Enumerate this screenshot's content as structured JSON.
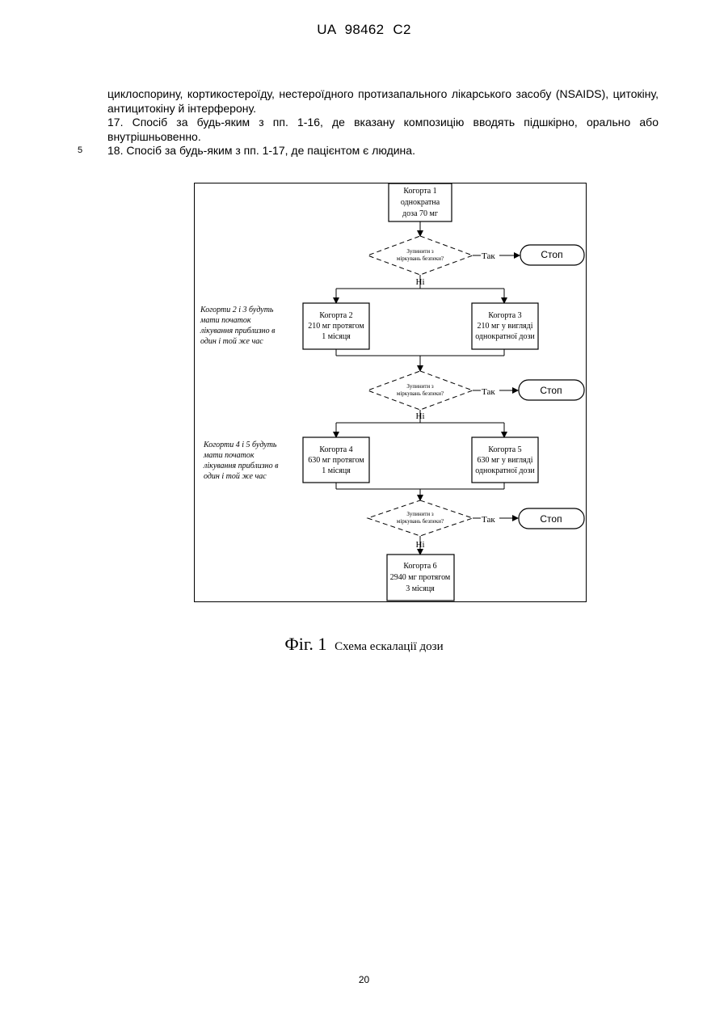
{
  "header": {
    "patent": "UA   98462   C2"
  },
  "claims": {
    "continuation": "циклоспорину, кортикостероїду, нестероїдного протизапального лікарського засобу (NSAIDS), цитокіну, антицитокіну й інтерферону.",
    "claim17": "17. Спосіб за будь-яким з пп. 1-16, де вказану композицію вводять підшкірно, орально або внутрішньовенно.",
    "claim18": "18. Спосіб за будь-яким з пп. 1-17, де пацієнтом є людина.",
    "line_number": "5"
  },
  "flowchart": {
    "cohort1": [
      "Когорта 1",
      "однократна",
      "доза 70 мг"
    ],
    "cohort2": [
      "Когорта 2",
      "210 мг протягом",
      "1 місяця"
    ],
    "cohort3": [
      "Когорта 3",
      "210 мг у вигляді",
      "однократної дози"
    ],
    "cohort4": [
      "Когорта 4",
      "630 мг протягом",
      "1 місяця"
    ],
    "cohort5": [
      "Когорта 5",
      "630 мг у вигляді",
      "однократної дози"
    ],
    "cohort6": [
      "Когорта 6",
      "2940 мг протягом",
      "3 місяця"
    ],
    "decision": [
      "Зупинити з",
      "міркувань безпеки?"
    ],
    "yes_label": "Так",
    "no_label": "Ні",
    "stop_label": "Стоп",
    "note_23": [
      "Когорти 2 і 3 будуть",
      "мати початок",
      "лікування приблизно в",
      "один і той же час"
    ],
    "note_45": [
      "Когорти 4 і 5 будуть",
      "мати початок",
      "лікування приблизно в",
      "один і той же  час"
    ]
  },
  "caption": {
    "label": "Фіг. 1",
    "text": "Схема ескалації дози"
  },
  "page_number": "20"
}
